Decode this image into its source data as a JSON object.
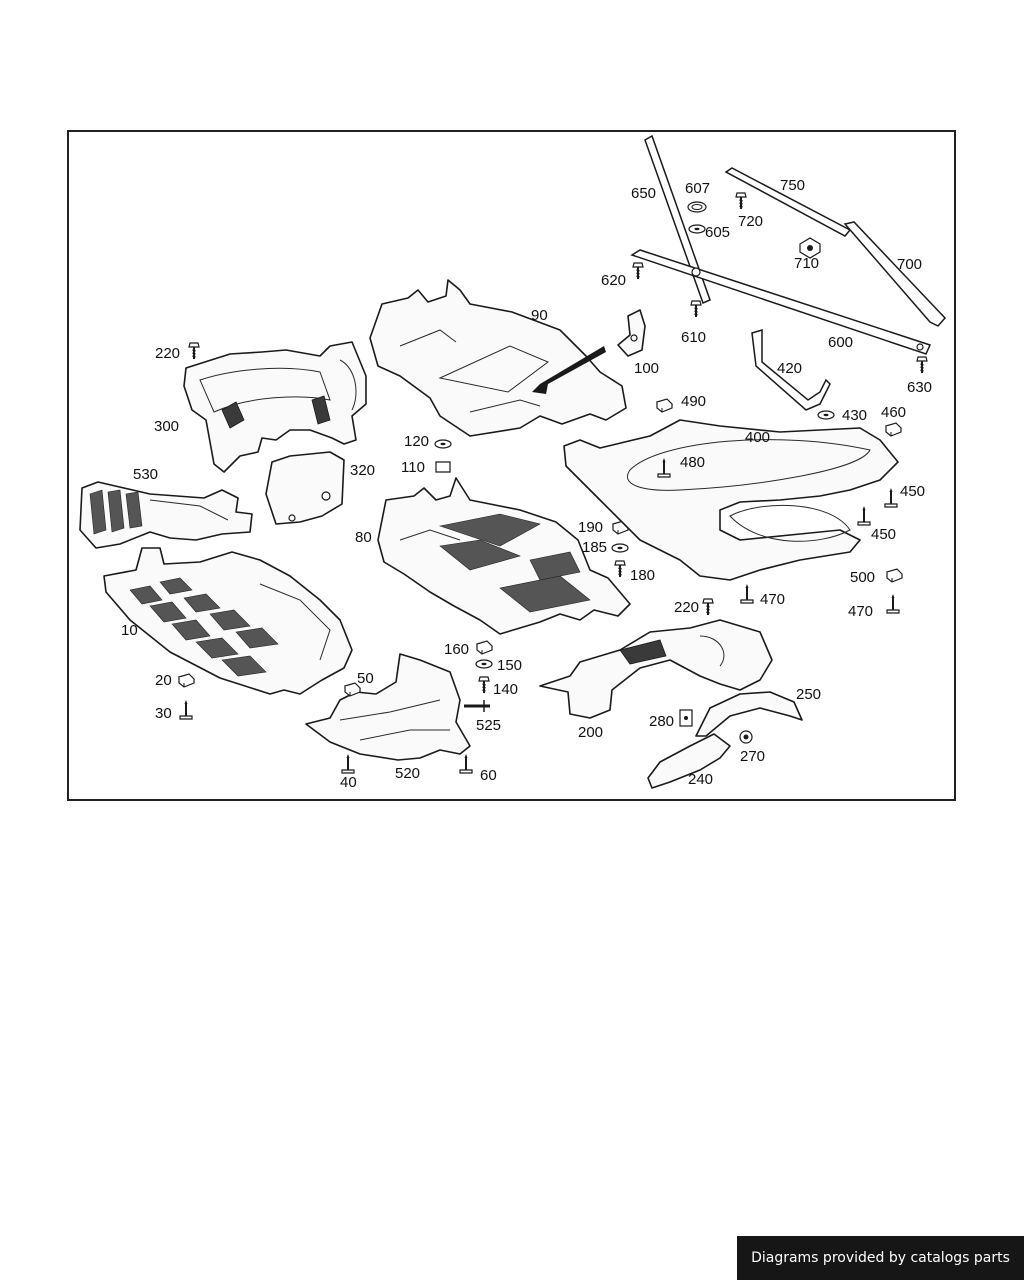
{
  "footer": {
    "credit": "Diagrams provided by catalogs parts"
  },
  "callouts": {
    "c10": "10",
    "c20": "20",
    "c30": "30",
    "c40": "40",
    "c50": "50",
    "c60": "60",
    "c80": "80",
    "c90": "90",
    "c100": "100",
    "c110": "110",
    "c120": "120",
    "c140": "140",
    "c150": "150",
    "c160": "160",
    "c180": "180",
    "c185": "185",
    "c190": "190",
    "c200": "200",
    "c220a": "220",
    "c220b": "220",
    "c240": "240",
    "c250": "250",
    "c270": "270",
    "c280": "280",
    "c300": "300",
    "c320": "320",
    "c400": "400",
    "c420": "420",
    "c430": "430",
    "c450a": "450",
    "c450b": "450",
    "c460": "460",
    "c470a": "470",
    "c470b": "470",
    "c480": "480",
    "c490": "490",
    "c500": "500",
    "c520": "520",
    "c525": "525",
    "c530": "530",
    "c600": "600",
    "c605": "605",
    "c607": "607",
    "c610": "610",
    "c620": "620",
    "c630": "630",
    "c650": "650",
    "c700": "700",
    "c710": "710",
    "c720": "720",
    "c750": "750"
  }
}
